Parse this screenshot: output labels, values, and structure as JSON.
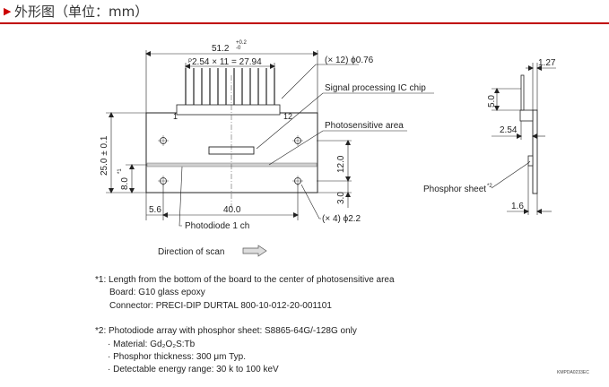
{
  "header": {
    "title": "外形图（单位：mm）"
  },
  "drawing": {
    "dim_width": "51.2",
    "dim_width_tol_plus": "+0.2",
    "dim_width_tol_minus": "-0",
    "dim_pitch_p": "P",
    "dim_pitch": "2.54 × 11 = 27.94",
    "dim_pin_dia": "(× 12) ϕ0.76",
    "label_ic": "Signal processing IC chip",
    "pin_first": "1",
    "pin_last": "12",
    "label_photosensitive": "Photosensitive area",
    "dim_height": "25.0 ± 0.1",
    "dim_sensor_offset": "8.0",
    "dim_sensor_offset_note": "*1",
    "dim_12": "12.0",
    "dim_3": "3.0",
    "dim_hole_span": "40.0",
    "dim_edge": "5.6",
    "dim_holes": "(× 4)  ϕ2.2",
    "label_photodiode": "Photodiode 1 ch",
    "label_scan": "Direction of scan",
    "dim_side_127": "1.27",
    "dim_side_50": "5.0",
    "dim_side_254": "2.54",
    "label_phosphor": "Phosphor sheet",
    "label_phosphor_note": "*2",
    "dim_side_16": "1.6"
  },
  "notes": {
    "n1_line1": "*1: Length from the bottom of the board to the center of photosensitive area",
    "n1_line2": "Board: G10 glass epoxy",
    "n1_line3": "Connector: PRECI-DIP DURTAL 800-10-012-20-001101",
    "n2_line1": "*2: Photodiode array with phosphor sheet: S8865-64G/-128G only",
    "n2_line2": "· Material: Gd₂O₂S:Tb",
    "n2_line3": "· Phosphor thickness: 300 μm Typ.",
    "n2_line4": "· Detectable energy range: 30 k to 100 keV"
  },
  "drawing_code": "KMPDA0233EC",
  "colors": {
    "accent": "#c00000",
    "sensor": "#cfcfcf"
  }
}
